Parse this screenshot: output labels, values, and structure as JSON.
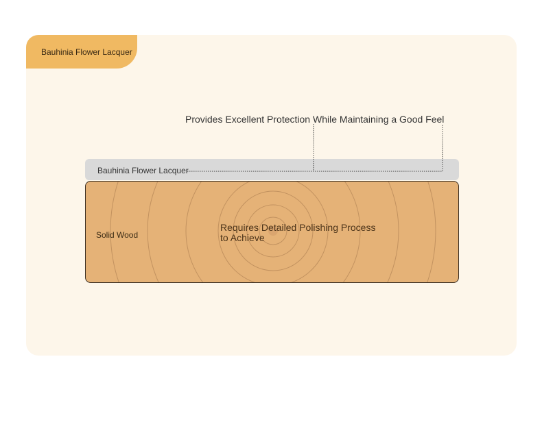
{
  "tab_title": "Bauhinia Flower Lacquer",
  "callout": "Provides Excellent Protection While Maintaining a Good Feel",
  "layers": {
    "lacquer_label": "Bauhinia Flower Lacquer",
    "wood_label": "Solid Wood",
    "wood_note": "Requires Detailed Polishing Process to Achieve"
  },
  "colors": {
    "card": "#fdf6ea",
    "tab": "#f0b962",
    "lacquer": "#d9d9d9",
    "wood": "#e5b277"
  }
}
